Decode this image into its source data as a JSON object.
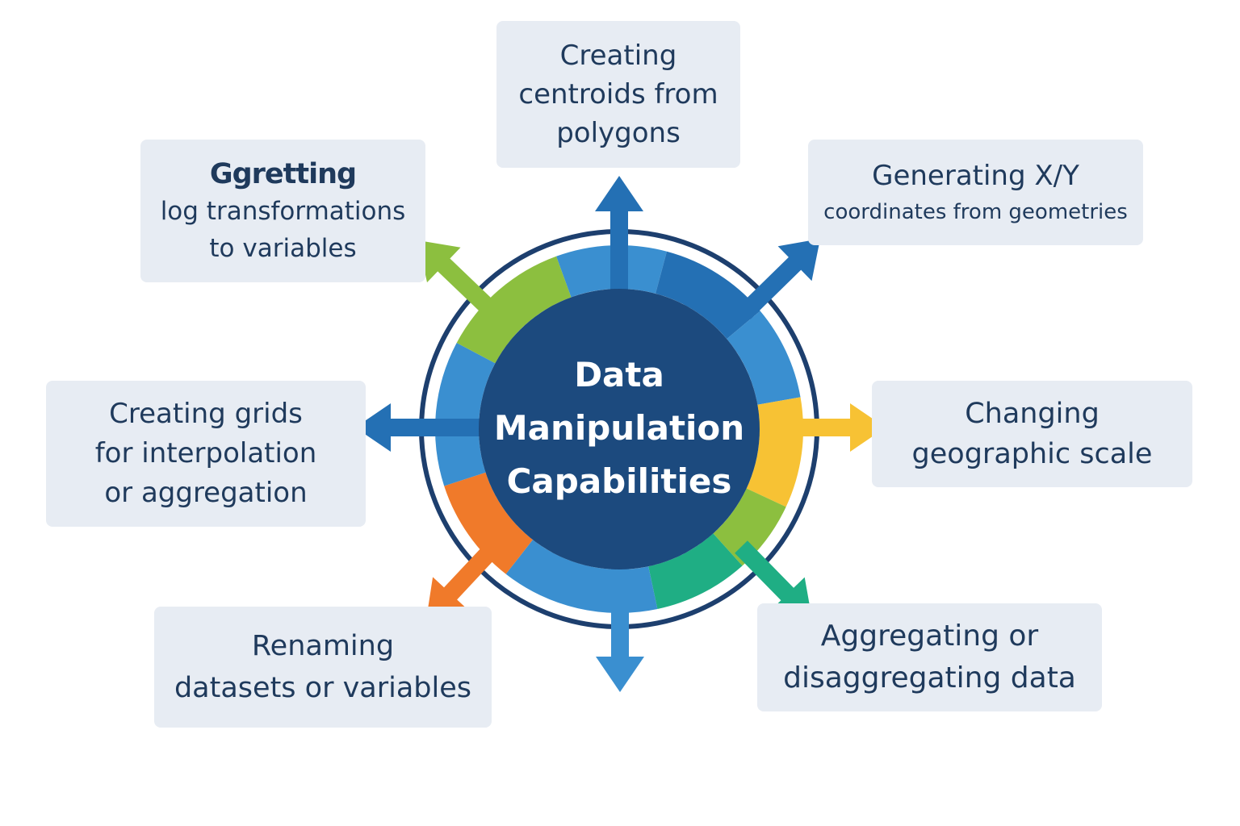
{
  "center": {
    "lines": [
      "Data",
      "Manipulation",
      "Capabilities"
    ]
  },
  "boxes": {
    "top": {
      "lines": [
        "Creating",
        "centroids from",
        "polygons"
      ]
    },
    "top_left": {
      "lines": [
        "Ggretting",
        "log transformations",
        "to variables"
      ]
    },
    "top_right": {
      "lines": [
        "Generating X/Y",
        "coordinates from geometries"
      ]
    },
    "left": {
      "lines": [
        "Creating grids",
        "for interpolation",
        "or aggregation"
      ]
    },
    "right": {
      "lines": [
        "Changing",
        "geographic scale"
      ]
    },
    "bottom_left": {
      "lines": [
        "Renaming",
        "datasets or variables"
      ]
    },
    "bottom_right": {
      "lines": [
        "Aggregating or",
        "disaggregating data"
      ]
    }
  },
  "colors": {
    "box_fill": "#e7ecf3",
    "text": "#1f3a5c",
    "center_fill": "#1c4a7e",
    "outer_ring": "#1d3f6e",
    "blue": "#3a8fd0",
    "dark_blue": "#2470b4",
    "green": "#8cbf3f",
    "yellow": "#f7c234",
    "orange": "#f07a2a",
    "teal": "#1fae84"
  },
  "icons": {
    "arrows": [
      "arrow-up-icon",
      "arrow-up-left-icon",
      "arrow-up-right-icon",
      "arrow-left-icon",
      "arrow-right-icon",
      "arrow-down-left-icon",
      "arrow-down-icon",
      "arrow-down-right-icon"
    ]
  }
}
